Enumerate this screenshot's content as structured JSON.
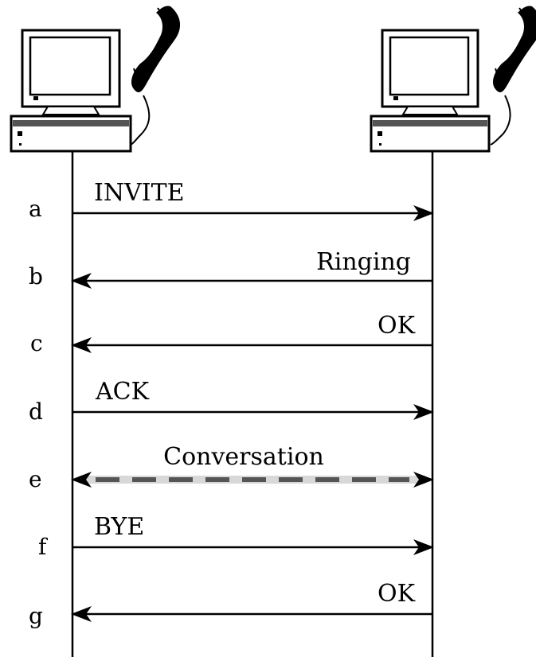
{
  "participants": [
    {
      "id": "caller",
      "devices": [
        "computer-icon",
        "telephone-handset-icon"
      ]
    },
    {
      "id": "callee",
      "devices": [
        "computer-icon",
        "telephone-handset-icon"
      ]
    }
  ],
  "messages": [
    {
      "step": "a",
      "label": "INVITE",
      "from": "caller",
      "to": "callee",
      "style": "solid"
    },
    {
      "step": "b",
      "label": "Ringing",
      "from": "callee",
      "to": "caller",
      "style": "solid"
    },
    {
      "step": "c",
      "label": "OK",
      "from": "callee",
      "to": "caller",
      "style": "solid"
    },
    {
      "step": "d",
      "label": "ACK",
      "from": "caller",
      "to": "callee",
      "style": "solid"
    },
    {
      "step": "e",
      "label": "Conversation",
      "from": "both",
      "to": "both",
      "style": "dashed-double"
    },
    {
      "step": "f",
      "label": "BYE",
      "from": "caller",
      "to": "callee",
      "style": "solid"
    },
    {
      "step": "g",
      "label": "OK",
      "from": "callee",
      "to": "caller",
      "style": "solid"
    }
  ]
}
